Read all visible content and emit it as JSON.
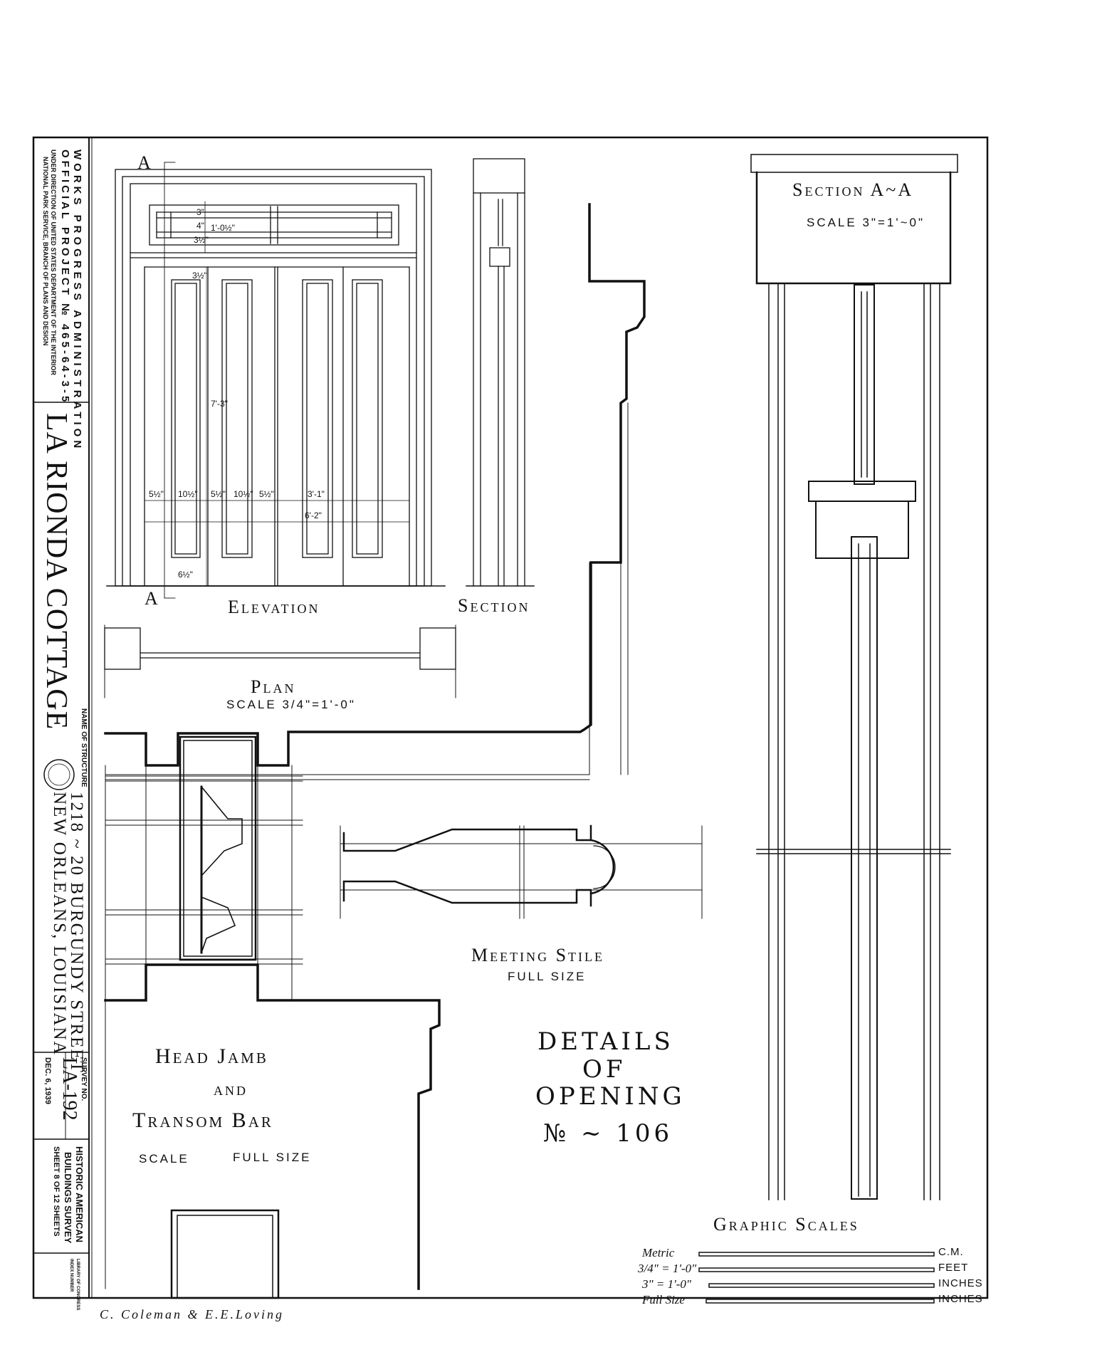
{
  "title_block": {
    "agency_line1": "WORKS PROGRESS ADMINISTRATION",
    "agency_line2": "OFFICIAL PROJECT № 465-64-3-5",
    "agency_line3": "UNDER DIRECTION OF UNITED STATES DEPARTMENT OF THE INTERIOR",
    "agency_line4": "NATIONAL PARK SERVICE, BRANCH OF PLANS AND DESIGN",
    "structure_name": "LA RIONDA COTTAGE",
    "name_of_structure_label": "NAME OF STRUCTURE",
    "address_line1": "1218 ~ 20 BURGUNDY STREET",
    "address_line2": "NEW ORLEANS, LOUISIANA",
    "survey_no_label": "SURVEY NO.",
    "survey_no": "LA-192",
    "date": "DEC. 6, 1939",
    "habs_line1": "HISTORIC AMERICAN",
    "habs_line2": "BUILDINGS SURVEY",
    "sheet_info": "SHEET 8 OF 12 SHEETS",
    "library_line1": "LIBRARY OF CONGRESS",
    "library_line2": "INDEX NUMBER"
  },
  "drawings": {
    "elevation": {
      "title": "Elevation"
    },
    "section": {
      "title": "Section"
    },
    "plan": {
      "title": "Plan",
      "scale": "SCALE 3/4\"=1'-0\""
    },
    "section_aa": {
      "title": "Section A~A",
      "scale": "SCALE 3\"=1'~0\""
    },
    "meeting_stile": {
      "title": "Meeting Stile",
      "scale": "FULL SIZE"
    },
    "head_jamb": {
      "line1": "Head Jamb",
      "line2": "and",
      "line3": "Transom Bar",
      "scale_label": "SCALE",
      "scale_value": "FULL SIZE"
    },
    "section_marker": "A"
  },
  "sheet_title": {
    "line1": "DETAILS",
    "line2": "OF",
    "line3": "OPENING",
    "line4": "№ ~ 106"
  },
  "dimensions": {
    "transom": [
      "3\"",
      "4\"",
      "3½\"",
      "1'-0½\""
    ],
    "rail": "3½\"",
    "height": "7'-3\"",
    "widths": [
      "5½\"",
      "10½\"",
      "5½\"",
      "10½\"",
      "5½\""
    ],
    "leaf": "3'-1\"",
    "overall": "6'-2\"",
    "bottom": "6½\""
  },
  "graphic_scales": {
    "title": "Graphic Scales",
    "rows": [
      {
        "label": "Metric",
        "unit": "C.M."
      },
      {
        "label": "3/4\" = 1'-0\"",
        "unit": "FEET"
      },
      {
        "label": "3\" = 1'-0\"",
        "unit": "INCHES"
      },
      {
        "label": "Full Size",
        "unit": "INCHES"
      }
    ]
  },
  "signature": "C. Coleman  & E.E.Loving"
}
